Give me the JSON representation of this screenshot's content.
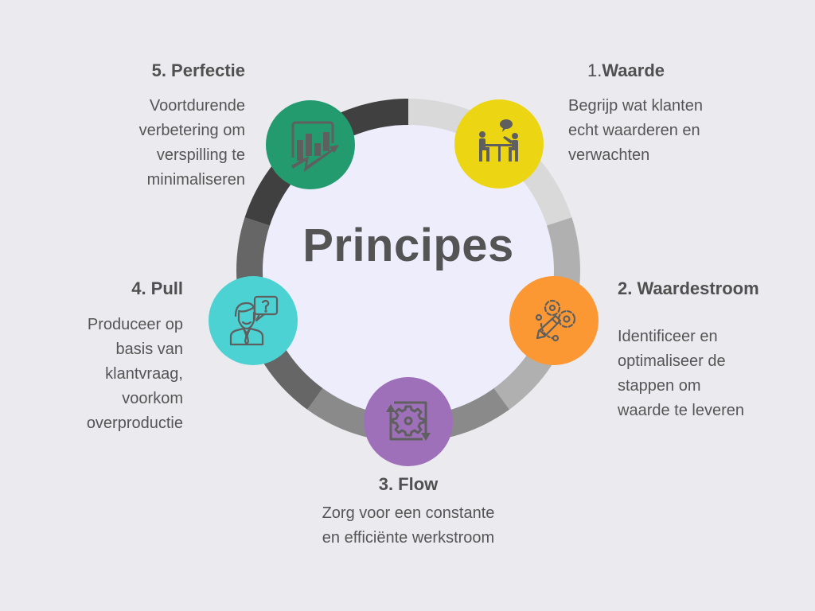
{
  "title": "Principes",
  "colors": {
    "background": "#ebebef",
    "center_fill": "#eeedfc",
    "text": "#505050"
  },
  "ring_segments": [
    {
      "from_deg": 0,
      "to_deg": 72,
      "color": "#d9d9d9"
    },
    {
      "from_deg": 72,
      "to_deg": 144,
      "color": "#b0b0b0"
    },
    {
      "from_deg": 144,
      "to_deg": 216,
      "color": "#8a8a8a"
    },
    {
      "from_deg": 216,
      "to_deg": 288,
      "color": "#666666"
    },
    {
      "from_deg": 288,
      "to_deg": 360,
      "color": "#404040"
    }
  ],
  "steps": [
    {
      "number": "1.",
      "name": "Waarde",
      "title": "1. Waarde",
      "description": "Begrijp wat klanten\necht waarderen en\nverwachten",
      "icon": "meeting-conversation-icon",
      "color": "#ecd512"
    },
    {
      "number": "2.",
      "name": "Waardestroom",
      "title": "2. Waardestroom",
      "description": "Identificeer en\noptimaliseer de\nstappen om\nwaarde te leveren",
      "icon": "pencil-gears-icon",
      "color": "#fb9833"
    },
    {
      "number": "3.",
      "name": "Flow",
      "title": "3. Flow",
      "description": "Zorg voor een constante\nen efficiënte werkstroom",
      "icon": "gear-cycle-arrows-icon",
      "color": "#9f70ba"
    },
    {
      "number": "4.",
      "name": "Pull",
      "title": "4. Pull",
      "description": "Produceer op\nbasis van\nklantvraag,\nvoorkom\noverproductie",
      "icon": "customer-question-icon",
      "color": "#4dd2d3"
    },
    {
      "number": "5.",
      "name": "Perfectie",
      "title": "5. Perfectie",
      "description": "Voortdurende\nverbetering om\nverspilling te\nminimaliseren",
      "icon": "growth-chart-icon",
      "color": "#239b6f"
    }
  ]
}
